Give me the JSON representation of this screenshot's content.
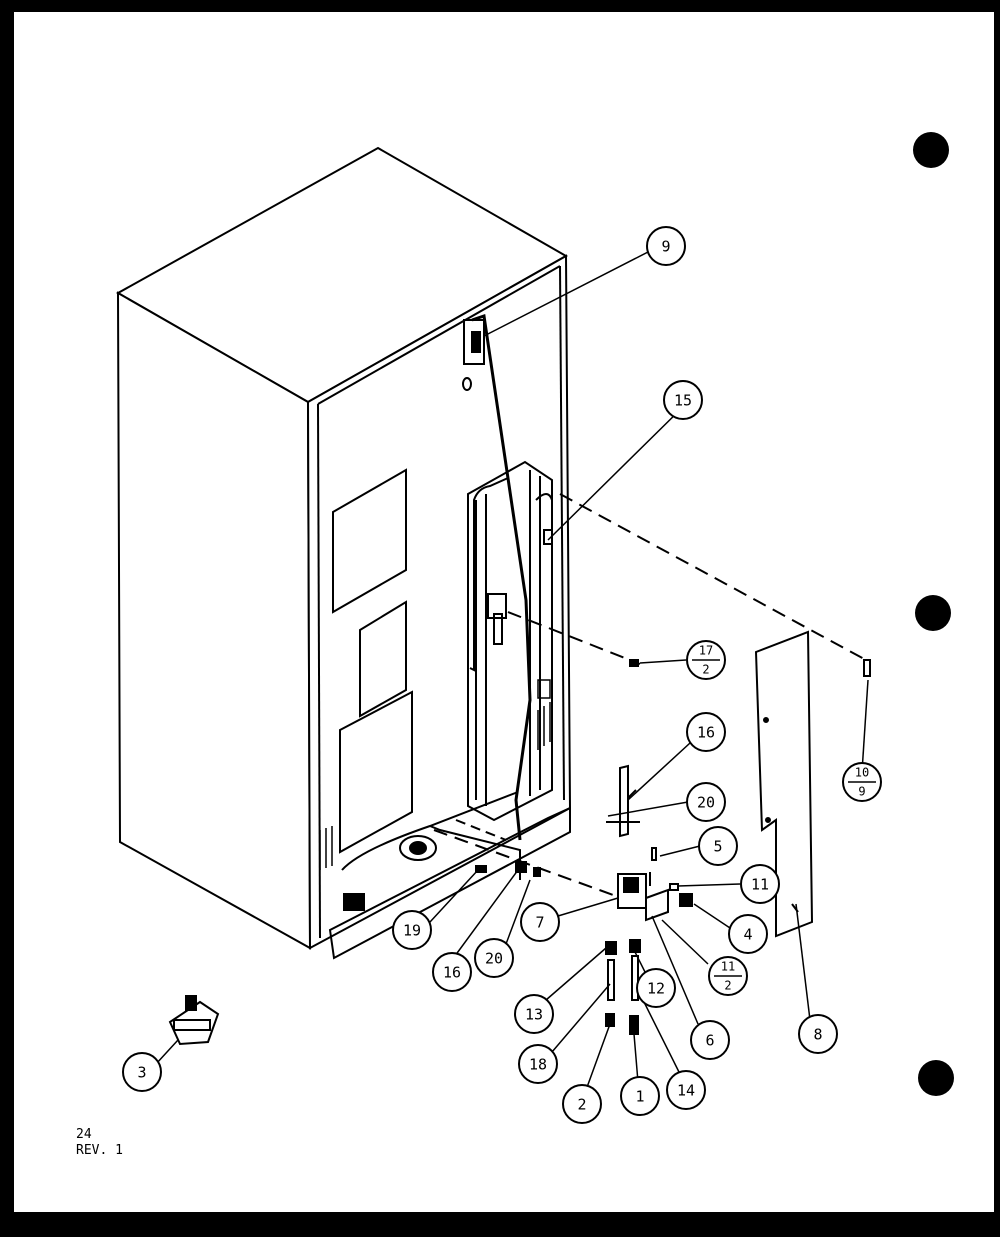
{
  "sheet": {
    "page_number": "24",
    "revision": "REV. 1"
  },
  "callouts": [
    {
      "id": "c9",
      "text": "9"
    },
    {
      "id": "c15",
      "text": "15"
    },
    {
      "id": "c17_2",
      "top": "17",
      "bottom": "2"
    },
    {
      "id": "c10_9",
      "top": "10",
      "bottom": "9"
    },
    {
      "id": "c16a",
      "text": "16"
    },
    {
      "id": "c20a",
      "text": "20"
    },
    {
      "id": "c5",
      "text": "5"
    },
    {
      "id": "c11",
      "text": "11"
    },
    {
      "id": "c4",
      "text": "4"
    },
    {
      "id": "c11_2",
      "top": "11",
      "bottom": "2"
    },
    {
      "id": "c8",
      "text": "8"
    },
    {
      "id": "c7",
      "text": "7"
    },
    {
      "id": "c19",
      "text": "19"
    },
    {
      "id": "c16b",
      "text": "16"
    },
    {
      "id": "c20b",
      "text": "20"
    },
    {
      "id": "c13",
      "text": "13"
    },
    {
      "id": "c12",
      "text": "12"
    },
    {
      "id": "c6",
      "text": "6"
    },
    {
      "id": "c18",
      "text": "18"
    },
    {
      "id": "c2",
      "text": "2"
    },
    {
      "id": "c1",
      "text": "1"
    },
    {
      "id": "c14",
      "text": "14"
    },
    {
      "id": "c3",
      "text": "3"
    }
  ]
}
